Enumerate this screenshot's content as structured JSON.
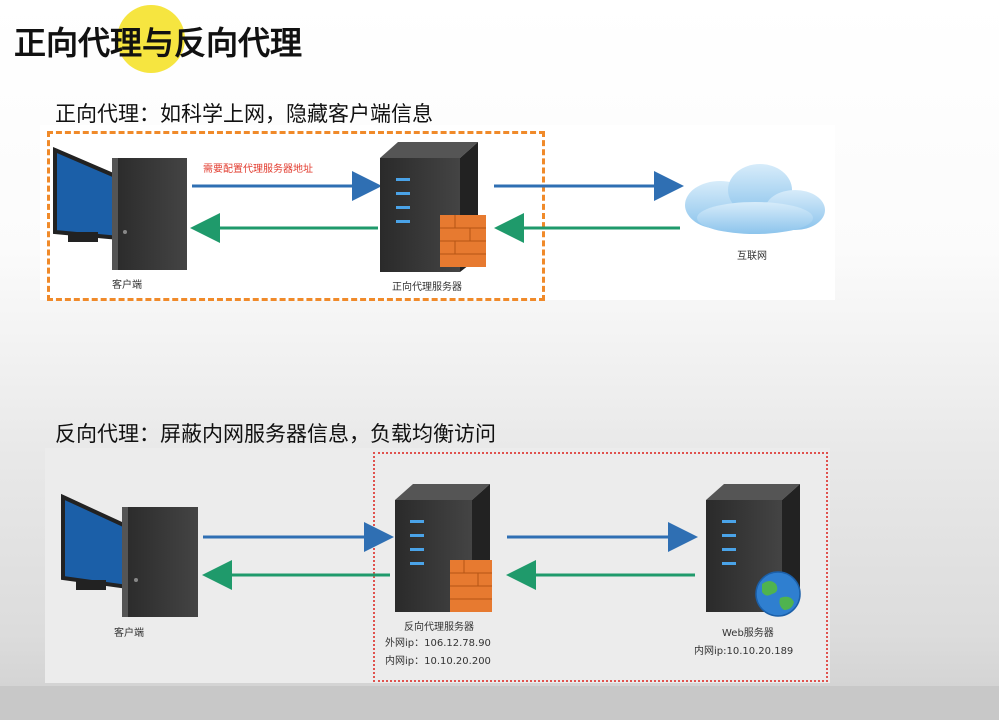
{
  "title": "正向代理与反向代理",
  "forward": {
    "heading": "正向代理：如科学上网，隐藏客户端信息",
    "client_label": "客户端",
    "config_note": "需要配置代理服务器地址",
    "proxy_label": "正向代理服务器",
    "internet_label": "互联网"
  },
  "reverse": {
    "heading": "反向代理：屏蔽内网服务器信息，负载均衡访问",
    "client_label": "客户端",
    "proxy_label": "反向代理服务器",
    "proxy_ext_ip": "外网ip：106.12.78.90",
    "proxy_int_ip": "内网ip：10.10.20.200",
    "web_label": "Web服务器",
    "web_ip": "内网ip:10.10.20.189"
  },
  "colors": {
    "request_arrow": "#2f6fb3",
    "response_arrow": "#1f9a6b",
    "forward_border": "#f08a2a",
    "reverse_border": "#e0524e"
  }
}
